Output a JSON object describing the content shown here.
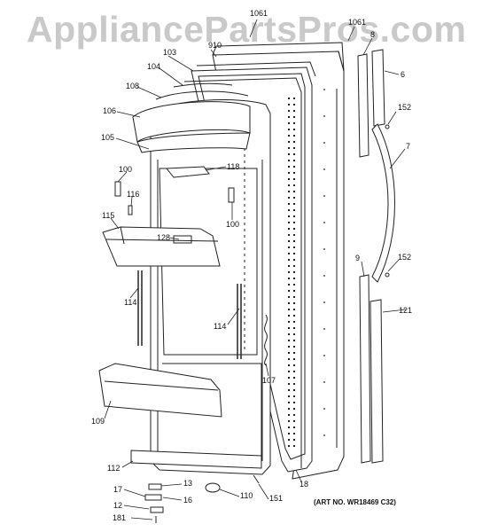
{
  "watermark": "AppliancePartsPros.com",
  "art_number": "(ART NO. WR18469 C32)",
  "callouts": [
    {
      "id": "1061-left",
      "text": "1061"
    },
    {
      "id": "1061-right",
      "text": "1061"
    },
    {
      "id": "910",
      "text": "910"
    },
    {
      "id": "103",
      "text": "103"
    },
    {
      "id": "8",
      "text": "8"
    },
    {
      "id": "6",
      "text": "6"
    },
    {
      "id": "104",
      "text": "104"
    },
    {
      "id": "108",
      "text": "108"
    },
    {
      "id": "106",
      "text": "106"
    },
    {
      "id": "152-top",
      "text": "152"
    },
    {
      "id": "105",
      "text": "105"
    },
    {
      "id": "7",
      "text": "7"
    },
    {
      "id": "100-left",
      "text": "100"
    },
    {
      "id": "118",
      "text": "118"
    },
    {
      "id": "116",
      "text": "116"
    },
    {
      "id": "115",
      "text": "115"
    },
    {
      "id": "100-right",
      "text": "100"
    },
    {
      "id": "128",
      "text": "128"
    },
    {
      "id": "152-bottom",
      "text": "152"
    },
    {
      "id": "9",
      "text": "9"
    },
    {
      "id": "114-left",
      "text": "114"
    },
    {
      "id": "121",
      "text": "121"
    },
    {
      "id": "114-right",
      "text": "114"
    },
    {
      "id": "107",
      "text": "107"
    },
    {
      "id": "109",
      "text": "109"
    },
    {
      "id": "112",
      "text": "112"
    },
    {
      "id": "13",
      "text": "13"
    },
    {
      "id": "17",
      "text": "17"
    },
    {
      "id": "110",
      "text": "110"
    },
    {
      "id": "16",
      "text": "16"
    },
    {
      "id": "151",
      "text": "151"
    },
    {
      "id": "18",
      "text": "18"
    },
    {
      "id": "12",
      "text": "12"
    },
    {
      "id": "181",
      "text": "181"
    }
  ]
}
